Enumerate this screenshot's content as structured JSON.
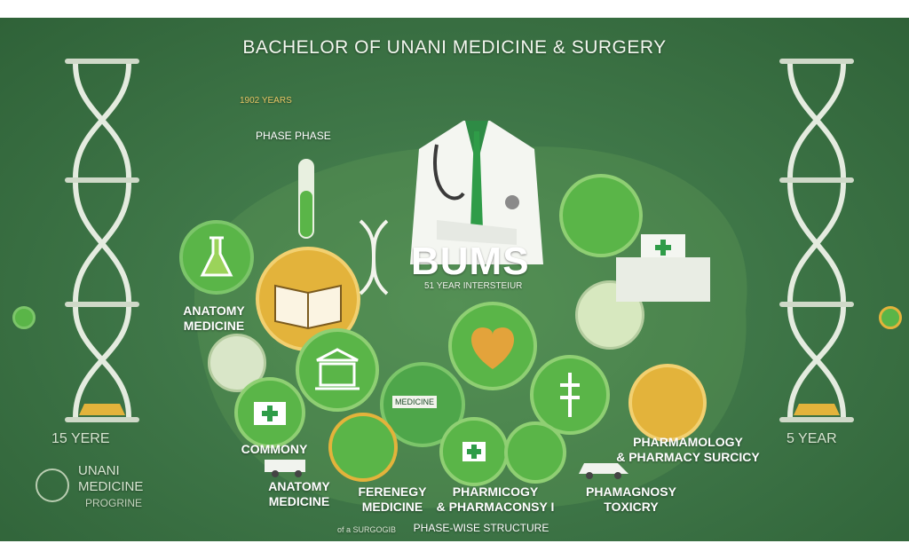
{
  "title": "BACHELOR OF UNANI MEDICINE & SURGERY",
  "subtitle": "1902 YEARS",
  "phase_label": "PHASE PHASE",
  "center_badge": "BUMS",
  "center_caption": "51 YEAR INTERSTEIUR",
  "labels": {
    "anatomy_medicine_top": "ANATOMY\nMEDICINE",
    "commony": "COMMONY",
    "anatomy_medicine_bottom": "ANATOMY\nMEDICINE",
    "ferenegy": "FERENEGY\nMEDICINE",
    "pharmicogy": "PHARMICOGY\n& PHARMACONSY I",
    "pharmamology": "PHARMAMOLOGY\n& PHARMACY SURCICY",
    "phamagnosy": "PHAMAGNOSY\nTOXICRY",
    "phase_wise": "PHASE-WISE STRUCTURE",
    "surgical": "of a SURGOGIB",
    "medicine_sign": "MEDICINE"
  },
  "left_panel": {
    "years": "15 YERE",
    "program_line1": "UNANI",
    "program_line2": "MEDICINE",
    "program_line3": "PROGRINE"
  },
  "right_panel": {
    "years": "5 YEAR"
  },
  "colors": {
    "background": "#3f7748",
    "accent_gold": "#e3b33b",
    "accent_green": "#5ab548",
    "text": "#ffffff"
  }
}
